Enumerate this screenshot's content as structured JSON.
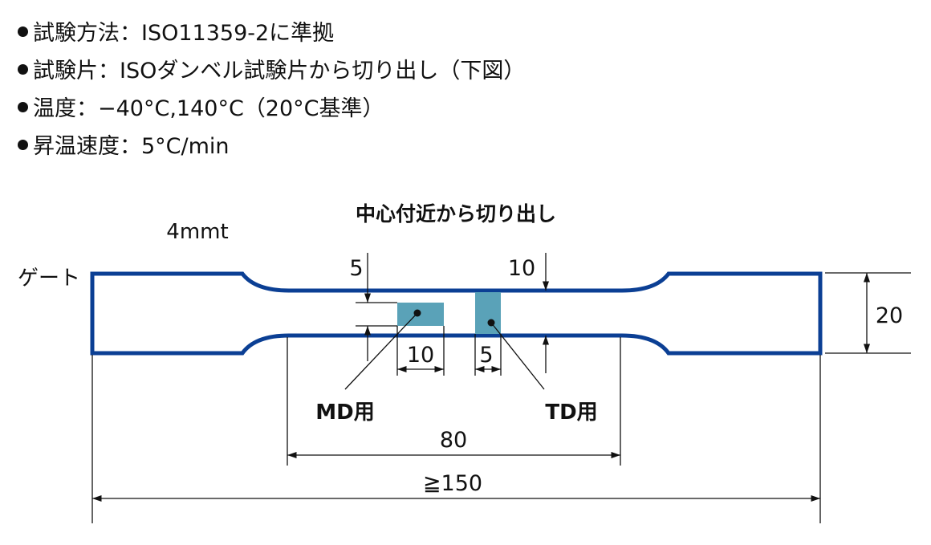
{
  "bullets": [
    "試験方法：ISO11359-2に準拠",
    "試験片：ISOダンベル試験片から切り出し（下図）",
    "温度：−40°C,140°C（20°C基準）",
    "昇温速度：5°C/min"
  ],
  "diagram": {
    "title": "中心付近から切り出し",
    "thickness": "4mmt",
    "gate": "ゲート",
    "dim_md_height": "5",
    "dim_narrow_width": "10",
    "dim_md_length": "10",
    "dim_td_width": "5",
    "md_label": "MD用",
    "td_label": "TD用",
    "dim_parallel_length": "80",
    "dim_total_length": "≧150",
    "dim_end_width": "20",
    "colors": {
      "outline": "#0b3f94",
      "sample": "#5aa2b8"
    }
  }
}
